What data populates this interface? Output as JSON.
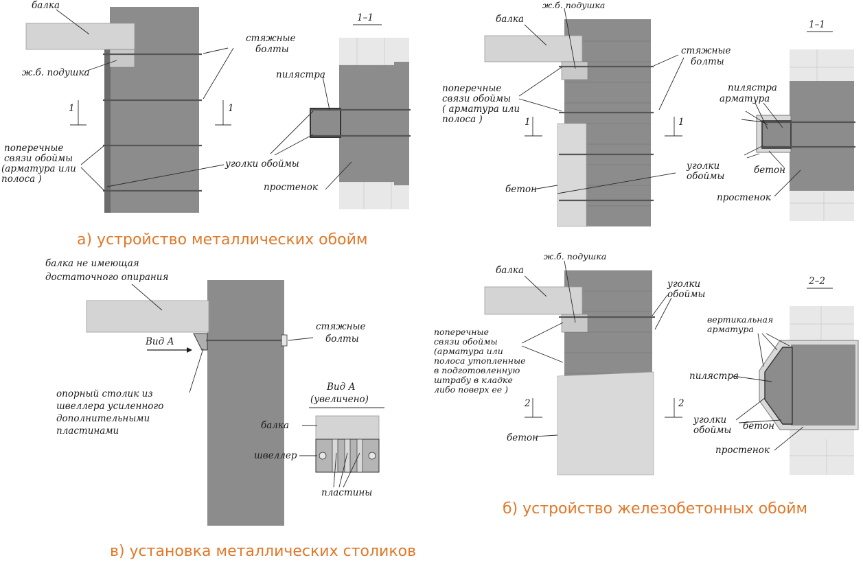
{
  "captions": {
    "a": "а) устройство металлических обойм",
    "b": "б) устройство железобетонных обойм",
    "v": "в) установка металлических столиков"
  },
  "panel_a": {
    "beam": "балка",
    "pad": "ж.б. подушка",
    "bolts_1": "стяжные",
    "bolts_2": "болты",
    "ties_1": "поперечные",
    "ties_2": "связи обоймы",
    "ties_3": "(арматура или",
    "ties_4": "полоса )",
    "angles": "уголки обоймы",
    "cut_left": "1",
    "cut_right": "1",
    "section_title": "1–1",
    "pilaster": "пилястра",
    "pier": "простенок"
  },
  "panel_b_top": {
    "beam": "балка",
    "pad": "ж.б. подушка",
    "bolts_1": "стяжные",
    "bolts_2": "болты",
    "ties_1": "поперечные",
    "ties_2": "связи обоймы",
    "ties_3": "( арматура или",
    "ties_4": "полоса )",
    "cut_left": "1",
    "cut_right": "1",
    "concrete": "бетон",
    "section_title": "1–1",
    "pilaster": "пилястра",
    "rebar": "арматура",
    "angles_1": "уголки",
    "angles_2": "обоймы",
    "concrete_sec": "бетон",
    "pier": "простенок"
  },
  "panel_b_bottom": {
    "beam": "балка",
    "pad": "ж.б. подушка",
    "angles_1": "уголки",
    "angles_2": "обоймы",
    "ties_1": "поперечные",
    "ties_2": "связи обоймы",
    "ties_3": "(арматура или",
    "ties_4": "полоса утопленные",
    "ties_5": "в подготовленную",
    "ties_6": "штрабу в кладке",
    "ties_7": "либо поверх ее )",
    "cut_left": "2",
    "cut_right": "2",
    "concrete": "бетон",
    "section_title": "2–2",
    "vert_rebar_1": "вертикальная",
    "vert_rebar_2": "арматура",
    "pilaster": "пилястра",
    "angles_sec_1": "уголки",
    "angles_sec_2": "обоймы",
    "concrete_sec": "бетон",
    "pier": "простенок"
  },
  "panel_v": {
    "beam_note_1": "балка не имеющая",
    "beam_note_2": "достаточного опирания",
    "bolts_1": "стяжные",
    "bolts_2": "болты",
    "view_a": "Вид А",
    "table_1": "опорный столик из",
    "table_2": "швеллера усиленного",
    "table_3": "дополнительными",
    "table_4": "пластинами",
    "view_title_1": "Вид А",
    "view_title_2": "(увеличено)",
    "beam": "балка",
    "channel": "швеллер",
    "plates": "пластины"
  },
  "colors": {
    "caption": "#e0782a",
    "wall": "#8c8c8c",
    "beam": "#d4d4d4",
    "concrete": "#d9d9d9",
    "masonry_light": "#e8e8e8"
  }
}
